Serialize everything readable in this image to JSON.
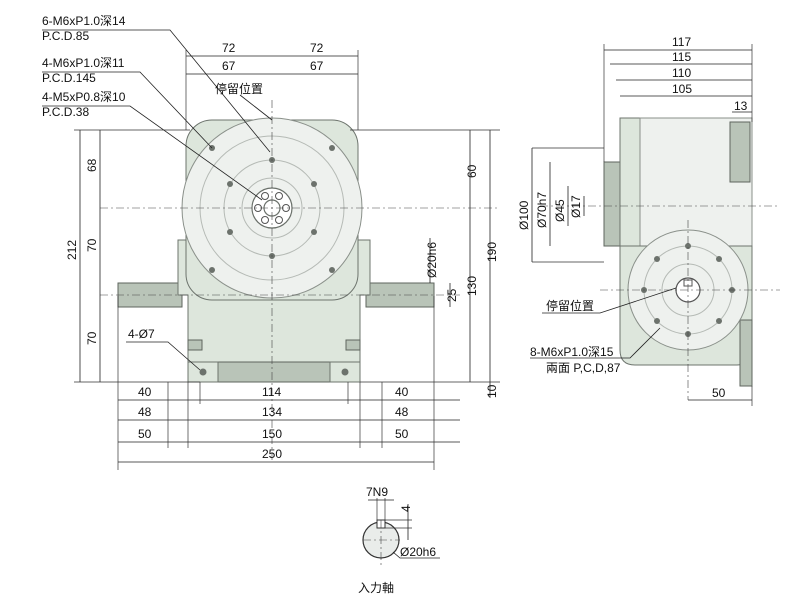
{
  "front_view": {
    "callout_1": [
      "6-M6xP1.0深14",
      "P.C.D.85"
    ],
    "callout_2": [
      "4-M6xP1.0深11",
      "P.C.D.145"
    ],
    "callout_3": [
      "4-M5xP0.8深10",
      "P.C.D.38"
    ],
    "stop_position": "停留位置",
    "top_dims": [
      "72",
      "72",
      "67",
      "67"
    ],
    "left_dims": [
      "212",
      "68",
      "70",
      "70"
    ],
    "right_dims": [
      "60",
      "190",
      "130",
      "25",
      "10"
    ],
    "shaft_dia": "Ø20h6",
    "mount_holes": "4-Ø7",
    "bottom_dims": [
      "40",
      "114",
      "40",
      "48",
      "134",
      "48",
      "50",
      "150",
      "50",
      "250"
    ]
  },
  "side_view": {
    "top_dims": [
      "117",
      "115",
      "110",
      "105",
      "13"
    ],
    "left_dims": [
      "Ø100",
      "Ø70h7",
      "Ø45",
      "Ø17"
    ],
    "stop_position": "停留位置",
    "callout": [
      "8-M6xP1.0深15",
      "兩面 P,C,D,87"
    ],
    "bottom_dim": "50"
  },
  "shaft_detail": {
    "keyway": "7N9",
    "depth": "4",
    "diameter": "Ø20h6",
    "caption": "入力軸"
  }
}
